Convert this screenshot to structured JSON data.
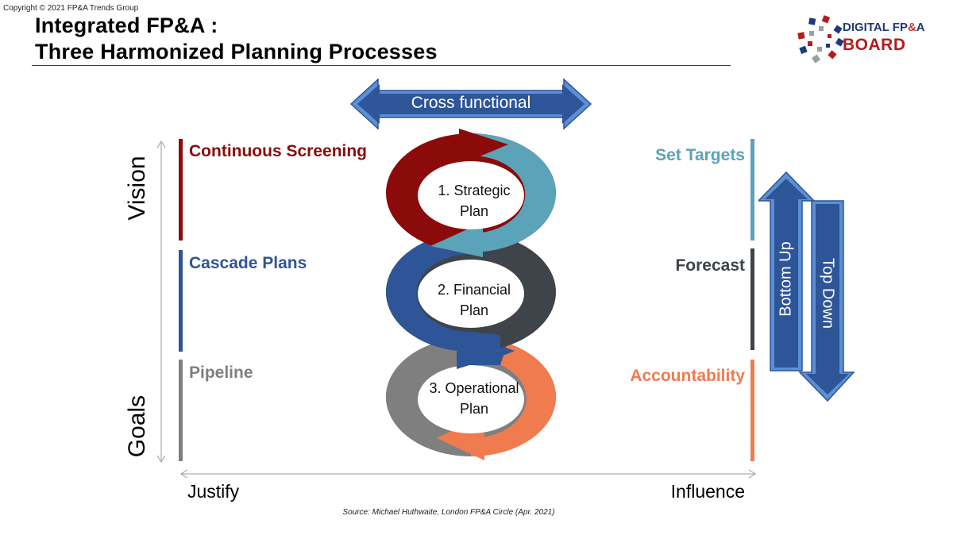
{
  "header": {
    "copyright": "Copyright © 2021 FP&A Trends Group",
    "title_line1": "Integrated FP&A :",
    "title_line2": "Three Harmonized Planning Processes"
  },
  "logo": {
    "line1_a": "DIGITAL FP",
    "line1_amp": "&",
    "line1_b": "A",
    "line2": "BOARD"
  },
  "diagram": {
    "top_arrow": "Cross functional",
    "cycles": [
      {
        "line1": "1. Strategic",
        "line2": "Plan"
      },
      {
        "line1": "2. Financial",
        "line2": "Plan"
      },
      {
        "line1": "3. Operational",
        "line2": "Plan"
      }
    ],
    "left_labels": [
      "Continuous Screening",
      "Cascade Plans",
      "Pipeline"
    ],
    "right_labels": [
      "Set Targets",
      "Forecast",
      "Accountability"
    ],
    "left_axis": {
      "top": "Vision",
      "bottom": "Goals"
    },
    "bottom_axis": {
      "left": "Justify",
      "right": "Influence"
    },
    "right_arrows": {
      "up": "Bottom Up",
      "down": "Top Down"
    }
  },
  "colors": {
    "dark_red": "#8B0A0A",
    "navy": "#2E5597",
    "gray": "#7F7F7F",
    "teal": "#5BA3B9",
    "charcoal": "#3E4449",
    "orange": "#F07B4F"
  },
  "source": "Source: Michael Huthwaite, London FP&A Circle (Apr. 2021)"
}
